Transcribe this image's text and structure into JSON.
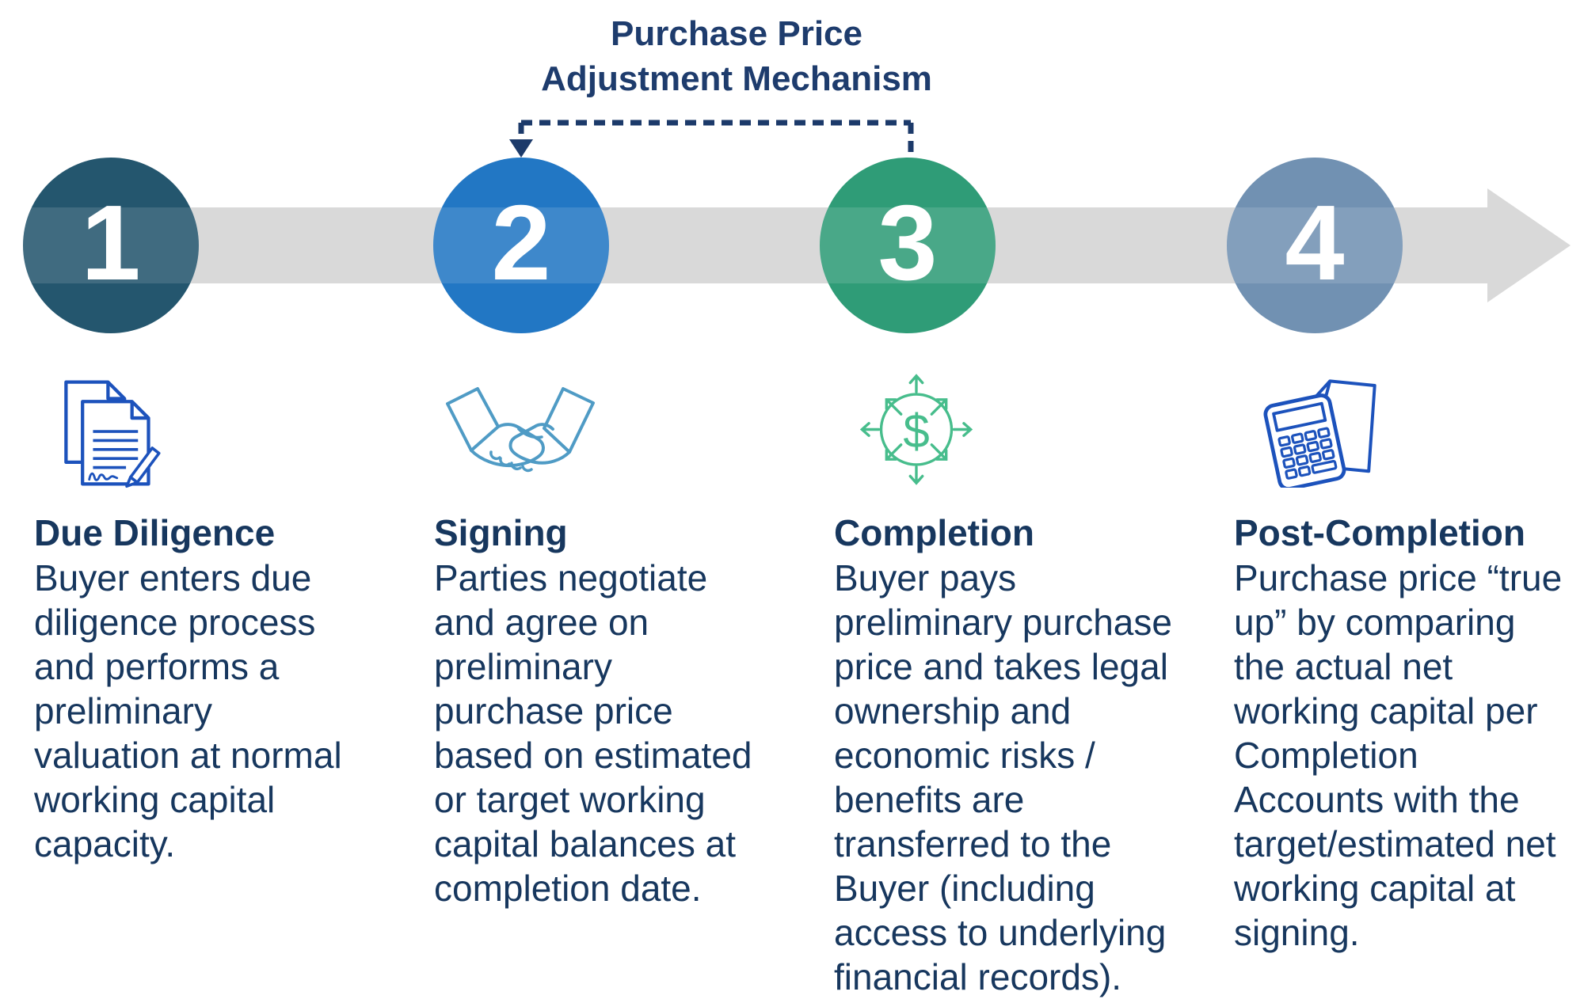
{
  "title": {
    "lines": [
      "Purchase Price",
      "Adjustment Mechanism"
    ]
  },
  "connector": {
    "spans": "step 2 to step 3"
  },
  "timeline_arrow": {
    "color": "#D9D9D9"
  },
  "colors": {
    "title_text": "#1E3C6D",
    "body_text": "#17375E",
    "connector": "#1C3A6A"
  },
  "steps": [
    {
      "number": "1",
      "circle_color": "#24566E",
      "icon": "documents-pen-icon",
      "icon_color": "#1C52BC",
      "heading": "Due Diligence",
      "body_lines": [
        "Buyer enters due",
        "diligence process",
        "and performs a",
        "preliminary",
        "valuation at normal",
        "working capital",
        "capacity."
      ]
    },
    {
      "number": "2",
      "circle_color": "#2277C4",
      "icon": "handshake-icon",
      "icon_color": "#4F9BC5",
      "heading": "Signing",
      "body_lines": [
        "Parties negotiate",
        "and agree on",
        "preliminary",
        "purchase price",
        "based on estimated",
        "or target working",
        "capital balances at",
        "completion date."
      ]
    },
    {
      "number": "3",
      "circle_color": "#2F9C77",
      "icon": "dollar-distribution-icon",
      "icon_color": "#47BD8C",
      "heading": "Completion",
      "body_lines": [
        "Buyer pays",
        "preliminary purchase",
        "price and takes legal",
        "ownership and",
        "economic risks /",
        "benefits are",
        "transferred to the",
        "Buyer (including",
        "access to underlying",
        "financial records)."
      ]
    },
    {
      "number": "4",
      "circle_color": "#7191B2",
      "icon": "calculator-paper-icon",
      "icon_color": "#1C52BC",
      "heading": "Post-Completion",
      "body_lines": [
        "Purchase price “true",
        "up” by comparing",
        "the actual net",
        "working capital per",
        "Completion",
        "Accounts with the",
        "target/estimated net",
        "working capital at",
        "signing."
      ]
    }
  ]
}
